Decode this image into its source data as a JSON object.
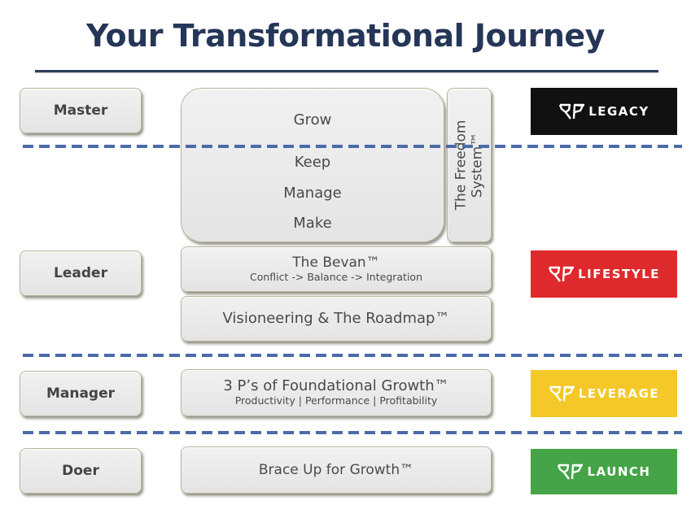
{
  "title": "Your Transformational Journey",
  "levels": [
    {
      "label": "Master"
    },
    {
      "label": "Leader"
    },
    {
      "label": "Manager"
    },
    {
      "label": "Doer"
    }
  ],
  "main_block": {
    "words": [
      "Grow",
      "Keep",
      "Manage",
      "Make"
    ]
  },
  "freedom_system": {
    "line1": "The Freedom",
    "line2": "System™"
  },
  "programs": {
    "bevan": {
      "title": "The Bevan™",
      "subtitle": "Conflict -> Balance -> Integration"
    },
    "visioneering": {
      "title": "Visioneering & The Roadmap™"
    },
    "three_ps": {
      "title": "3 P’s of Foundational Growth™",
      "subtitle": "Productivity | Performance | Profitability"
    },
    "brace_up": {
      "title": "Brace Up for Growth™"
    }
  },
  "brands": [
    {
      "label": "LEGACY",
      "color": "#111111",
      "icon": "wings-logo-icon"
    },
    {
      "label": "LIFESTYLE",
      "color": "#de2a2c",
      "icon": "wings-logo-icon"
    },
    {
      "label": "LEVERAGE",
      "color": "#f4c829",
      "icon": "wings-logo-icon"
    },
    {
      "label": "LAUNCH",
      "color": "#44a447",
      "icon": "wings-logo-icon"
    }
  ],
  "colors": {
    "title": "#253658",
    "divider": "#4c6aa8"
  }
}
